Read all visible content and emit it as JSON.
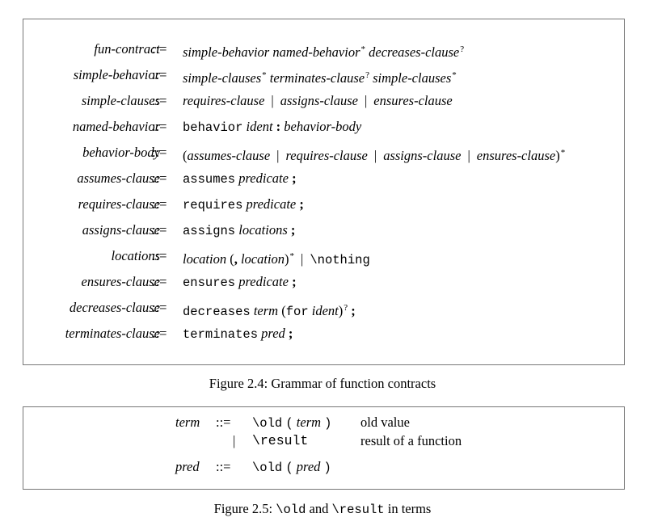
{
  "figure4": {
    "caption": "Figure 2.4: Grammar of function contracts",
    "rules": [
      {
        "lhs": "fun-contract",
        "sym": "::=",
        "rhs": [
          {
            "t": "simple-behavior",
            "s": "it"
          },
          {
            "t": " "
          },
          {
            "t": "named-behavior",
            "s": "it"
          },
          {
            "t": "*",
            "s": "sup"
          },
          {
            "t": " "
          },
          {
            "t": "decreases-clause",
            "s": "it"
          },
          {
            "t": "?",
            "s": "sup"
          }
        ]
      },
      {
        "lhs": "simple-behavior",
        "sym": "::=",
        "rhs": [
          {
            "t": "simple-clauses",
            "s": "it"
          },
          {
            "t": "*",
            "s": "sup"
          },
          {
            "t": " "
          },
          {
            "t": "terminates-clause",
            "s": "it"
          },
          {
            "t": "?",
            "s": "sup"
          },
          {
            "t": " "
          },
          {
            "t": "simple-clauses",
            "s": "it"
          },
          {
            "t": "*",
            "s": "sup"
          }
        ]
      },
      {
        "lhs": "simple-clauses",
        "sym": "::=",
        "rhs": [
          {
            "t": "requires-clause",
            "s": "it"
          },
          {
            "t": "|",
            "s": "bar"
          },
          {
            "t": "assigns-clause",
            "s": "it"
          },
          {
            "t": "|",
            "s": "bar"
          },
          {
            "t": "ensures-clause",
            "s": "it"
          }
        ]
      },
      {
        "lhs": "named-behavior",
        "sym": "::=",
        "rhs": [
          {
            "t": "behavior",
            "s": "tt"
          },
          {
            "t": " "
          },
          {
            "t": "ident",
            "s": "it"
          },
          {
            "t": " "
          },
          {
            "t": ":",
            "s": "b"
          },
          {
            "t": " "
          },
          {
            "t": "behavior-body",
            "s": "it"
          }
        ]
      },
      {
        "lhs": "behavior-body",
        "sym": "::=",
        "rhs": [
          {
            "t": "("
          },
          {
            "t": "assumes-clause",
            "s": "it"
          },
          {
            "t": "|",
            "s": "bar"
          },
          {
            "t": "requires-clause",
            "s": "it"
          },
          {
            "t": "|",
            "s": "bar"
          },
          {
            "t": "assigns-clause",
            "s": "it"
          },
          {
            "t": "|",
            "s": "bar"
          },
          {
            "t": "ensures-clause",
            "s": "it"
          },
          {
            "t": ")"
          },
          {
            "t": "*",
            "s": "sup"
          }
        ]
      },
      {
        "lhs": "assumes-clause",
        "sym": "::=",
        "rhs": [
          {
            "t": "assumes",
            "s": "tt"
          },
          {
            "t": " "
          },
          {
            "t": "predicate",
            "s": "it"
          },
          {
            "t": " "
          },
          {
            "t": ";",
            "s": "b"
          }
        ]
      },
      {
        "lhs": "requires-clause",
        "sym": "::=",
        "rhs": [
          {
            "t": "requires",
            "s": "tt"
          },
          {
            "t": " "
          },
          {
            "t": "predicate",
            "s": "it"
          },
          {
            "t": " "
          },
          {
            "t": ";",
            "s": "b"
          }
        ]
      },
      {
        "lhs": "assigns-clause",
        "sym": "::=",
        "rhs": [
          {
            "t": "assigns",
            "s": "tt"
          },
          {
            "t": " "
          },
          {
            "t": "locations",
            "s": "it"
          },
          {
            "t": " "
          },
          {
            "t": ";",
            "s": "b"
          }
        ]
      },
      {
        "lhs": "locations",
        "sym": "::=",
        "rhs": [
          {
            "t": "location",
            "s": "it"
          },
          {
            "t": " ("
          },
          {
            "t": ",",
            "s": "b"
          },
          {
            "t": " "
          },
          {
            "t": "location",
            "s": "it"
          },
          {
            "t": ")"
          },
          {
            "t": "*",
            "s": "sup"
          },
          {
            "t": "|",
            "s": "bar"
          },
          {
            "t": "\\nothing",
            "s": "tt"
          }
        ]
      },
      {
        "lhs": "ensures-clause",
        "sym": "::=",
        "rhs": [
          {
            "t": "ensures",
            "s": "tt"
          },
          {
            "t": " "
          },
          {
            "t": "predicate",
            "s": "it"
          },
          {
            "t": " "
          },
          {
            "t": ";",
            "s": "b"
          }
        ]
      },
      {
        "lhs": "decreases-clause",
        "sym": "::=",
        "rhs": [
          {
            "t": "decreases",
            "s": "tt"
          },
          {
            "t": " "
          },
          {
            "t": "term",
            "s": "it"
          },
          {
            "t": " ("
          },
          {
            "t": "for",
            "s": "tt"
          },
          {
            "t": " "
          },
          {
            "t": "ident",
            "s": "it"
          },
          {
            "t": ")"
          },
          {
            "t": "?",
            "s": "sup"
          },
          {
            "t": " "
          },
          {
            "t": ";",
            "s": "b"
          }
        ]
      },
      {
        "lhs": "terminates-clause",
        "sym": "::=",
        "rhs": [
          {
            "t": "terminates",
            "s": "tt"
          },
          {
            "t": " "
          },
          {
            "t": "pred",
            "s": "it"
          },
          {
            "t": " "
          },
          {
            "t": ";",
            "s": "b"
          }
        ]
      }
    ]
  },
  "figure5": {
    "term_lhs": "term",
    "pred_lhs": "pred",
    "sym": "::=",
    "alt_bar": "|",
    "old_kw": "\\old",
    "paren_open": "(",
    "paren_close": ")",
    "result_kw": "\\result",
    "old_desc": "old value",
    "result_desc": "result of a function",
    "caption_prefix": "Figure 2.5: ",
    "caption_and": " and ",
    "caption_suffix": " in terms"
  }
}
